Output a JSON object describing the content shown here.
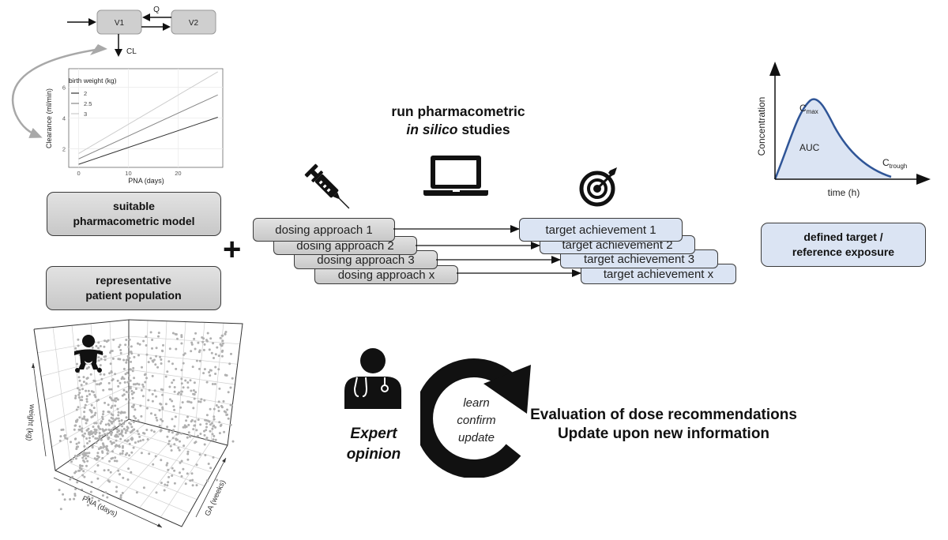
{
  "model_diagram": {
    "compartment_1": "V1",
    "compartment_2": "V2",
    "intercompartmental_clearance": "Q",
    "elimination": "CL"
  },
  "clearance_plot": {
    "chart_data": {
      "type": "line",
      "title": "",
      "xlabel": "PNA (days)",
      "ylabel": "Clearance (ml/min)",
      "xlim": [
        -2,
        29
      ],
      "ylim": [
        0.8,
        7.2
      ],
      "xticks": [
        0,
        10,
        20
      ],
      "yticks": [
        2,
        4,
        6
      ],
      "legend_title": "birth weight (kg)",
      "legend_position": "top-left",
      "grid": true,
      "series": [
        {
          "name": "2",
          "color": "#333333",
          "x": [
            0,
            28
          ],
          "y": [
            1.0,
            4.05
          ]
        },
        {
          "name": "2.5",
          "color": "#888888",
          "x": [
            0,
            28
          ],
          "y": [
            1.35,
            5.5
          ]
        },
        {
          "name": "3",
          "color": "#cccccc",
          "x": [
            0,
            28
          ],
          "y": [
            1.7,
            7.0
          ]
        }
      ]
    }
  },
  "left_boxes": {
    "model_line1": "suitable",
    "model_line2": "pharmacometric model",
    "population_line1": "representative",
    "population_line2": "patient population"
  },
  "plus_sign": "+",
  "population_plot": {
    "x_axis_label": "PNA (days)",
    "y_axis_label": "weight (kg)",
    "z_axis_label": "GA (weeks)",
    "point_color": "#b0b0b0"
  },
  "center_title": {
    "line1": "run pharmacometric",
    "line2_italic": "in silico",
    "line2_rest": " studies"
  },
  "dosing_approaches": [
    "dosing approach 1",
    "dosing approach 2",
    "dosing approach 3",
    "dosing approach x"
  ],
  "target_achievements": [
    "target achievement 1",
    "target achievement 2",
    "target achievement 3",
    "target achievement x"
  ],
  "exposure_plot": {
    "x_axis_label": "time (h)",
    "y_axis_label": "Concentration",
    "auc_label": "AUC",
    "cmax_base": "C",
    "cmax_sub": "max",
    "ctrough_base": "C",
    "ctrough_sub": "trough",
    "curve_color": "#2f5597",
    "fill_color": "#dbe4f3"
  },
  "target_box": {
    "line1": "defined target /",
    "line2": "reference exposure"
  },
  "expert": {
    "line1": "Expert",
    "line2": "opinion"
  },
  "cycle": {
    "words": [
      "learn",
      "confirm",
      "update"
    ]
  },
  "evaluation": {
    "line1": "Evaluation of dose recommendations",
    "line2": "Update upon new information"
  },
  "colors": {
    "gray_box": "#d4d4d4",
    "blue_box": "#dbe4f3",
    "border": "#3a3a3a"
  }
}
